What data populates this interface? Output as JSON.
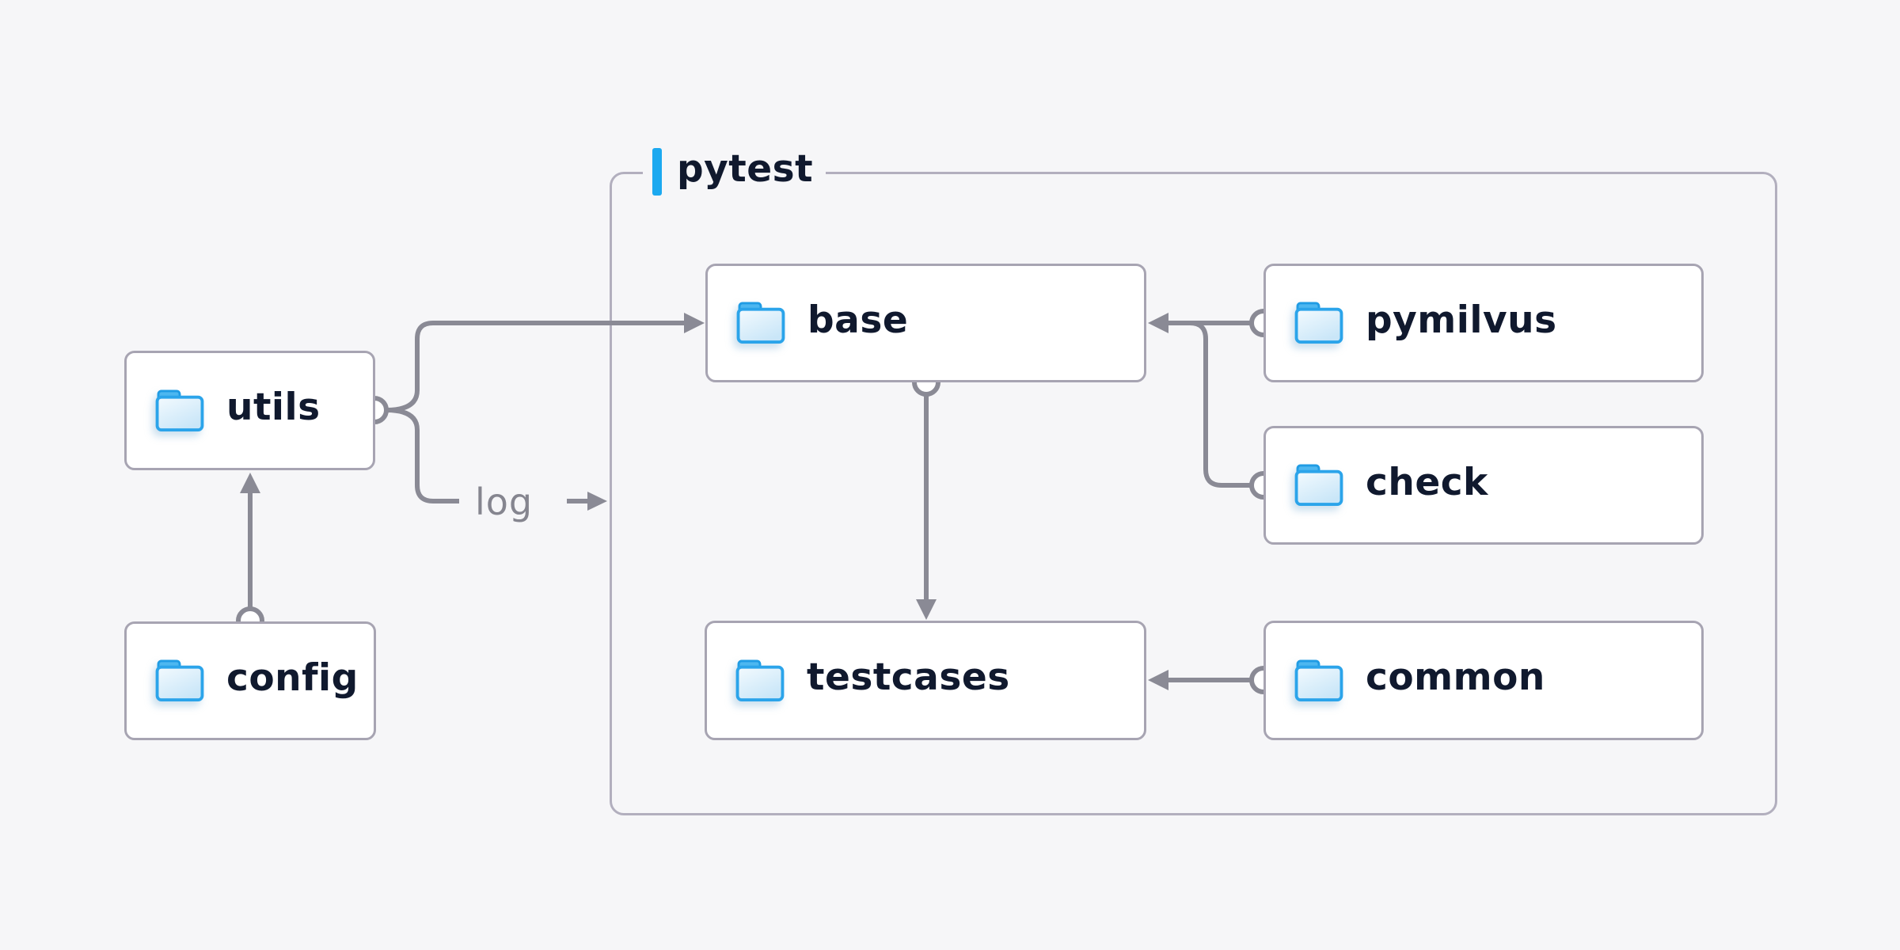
{
  "diagram": {
    "container": {
      "label": "pytest"
    },
    "nodes": [
      {
        "id": "utils",
        "label": "utils"
      },
      {
        "id": "config",
        "label": "config"
      },
      {
        "id": "base",
        "label": "base"
      },
      {
        "id": "pymilvus",
        "label": "pymilvus"
      },
      {
        "id": "check",
        "label": "check"
      },
      {
        "id": "testcases",
        "label": "testcases"
      },
      {
        "id": "common",
        "label": "common"
      }
    ],
    "edge_label": "log",
    "edges": [
      {
        "from": "config",
        "to": "utils"
      },
      {
        "from": "utils",
        "to": "base"
      },
      {
        "from": "utils",
        "to": "pytest",
        "label": "log"
      },
      {
        "from": "pymilvus",
        "to": "base"
      },
      {
        "from": "check",
        "to": "base"
      },
      {
        "from": "base",
        "to": "testcases"
      },
      {
        "from": "common",
        "to": "testcases"
      }
    ],
    "colors": {
      "page_bg": "#f6f6f8",
      "connector": "#8a8a95",
      "node_border": "#a7a4b2",
      "container_border": "#b2afbe",
      "node_text": "#10192e",
      "edge_text": "#85858f",
      "accent": "#1ca9f0",
      "node_bg": "#ffffff",
      "folder_stroke": "#2ba4ea",
      "folder_tab": "#4db7f0",
      "folder_tab_stroke": "#209ce4",
      "folder_fill_top": "#f3fafe",
      "folder_fill_bottom": "#c9e6f8"
    }
  }
}
